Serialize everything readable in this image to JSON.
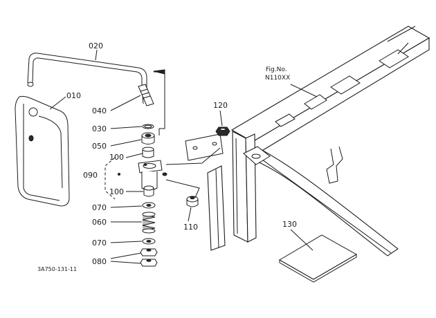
{
  "figure": {
    "fig_no_label": "Fig.No.",
    "fig_no_value": "N110XX",
    "drawing_code": "3A750-131-11"
  },
  "callouts": {
    "c010": "010",
    "c020": "020",
    "c030": "030",
    "c040": "040",
    "c050": "050",
    "c060": "060",
    "c070a": "070",
    "c070b": "070",
    "c080": "080",
    "c090": "090",
    "c100a": "100",
    "c100b": "100",
    "c110": "110",
    "c120": "120",
    "c130": "130"
  }
}
